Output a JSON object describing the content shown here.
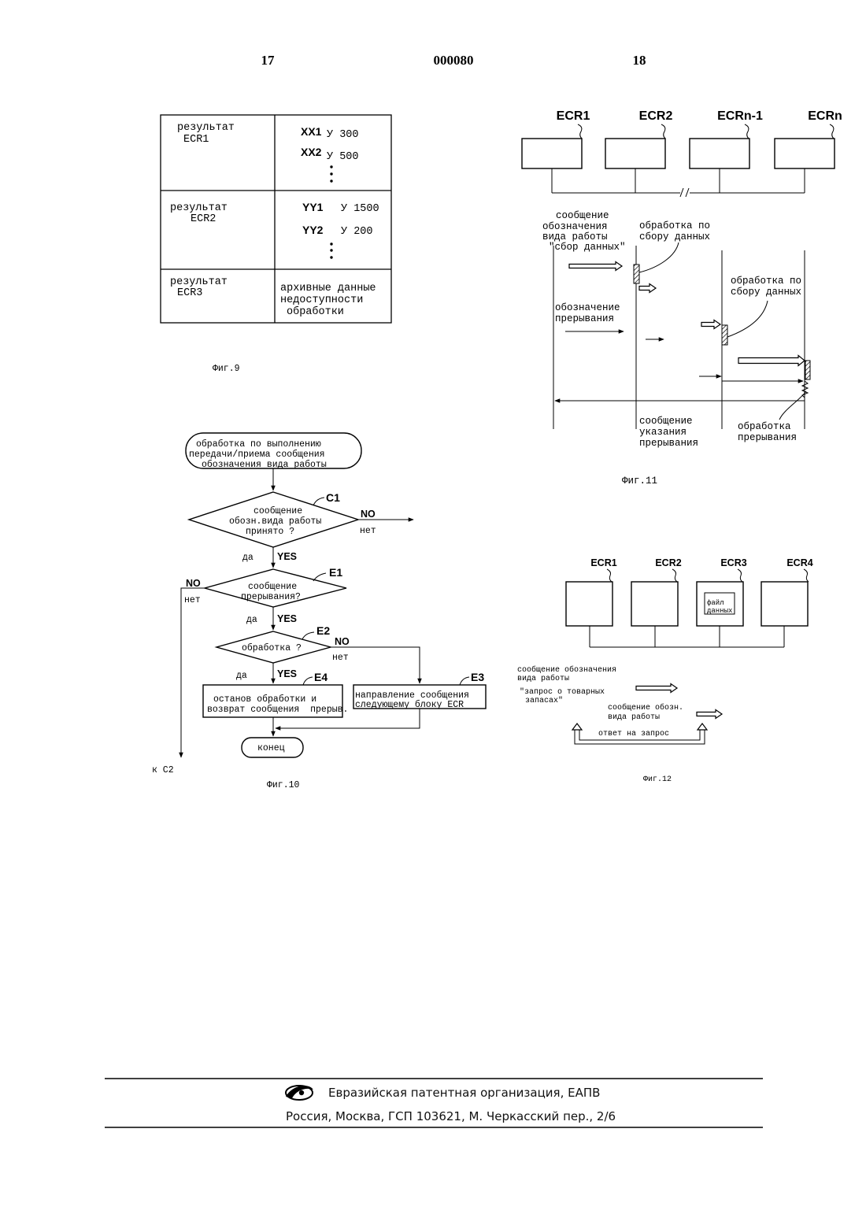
{
  "header": {
    "page_left": "17",
    "doc_number": "000080",
    "page_right": "18"
  },
  "fig9": {
    "rows": [
      {
        "label_lines": [
          "результат",
          "ECR1"
        ],
        "entries": [
          {
            "code": "XX1",
            "value": "У 300"
          },
          {
            "code": "XX2",
            "value": "У 500"
          }
        ]
      },
      {
        "label_lines": [
          "результат",
          "ECR2"
        ],
        "entries": [
          {
            "code": "YY1",
            "value": "У 1500"
          },
          {
            "code": "YY2",
            "value": "У 200"
          }
        ]
      },
      {
        "label_lines": [
          "результат",
          "ECR3"
        ],
        "text_lines": [
          "архивные данные",
          "недоступности",
          "обработки"
        ]
      }
    ],
    "caption": "Фиг.9"
  },
  "fig10": {
    "start": [
      "обработка по выполнению",
      "передачи/приема сообщения",
      "обозначения вида работы"
    ],
    "c1": {
      "id": "C1",
      "lines": [
        "сообщение",
        "обозн.вида работы",
        "принято ?"
      ]
    },
    "e1": {
      "id": "E1",
      "lines": [
        "сообщение",
        "прерывания?"
      ]
    },
    "e2": {
      "id": "E2",
      "lines": [
        "обработка ?"
      ]
    },
    "e3": {
      "id": "E3",
      "lines": [
        "направление сообщения",
        "следующему блоку ECR"
      ]
    },
    "e4": {
      "id": "E4",
      "lines": [
        "останов обработки и",
        "возврат сообщения  прерыв."
      ]
    },
    "end": "конец",
    "yes": "YES",
    "no": "NO",
    "da": "да",
    "net": "нет",
    "to_c2": "к С2",
    "caption": "Фиг.10"
  },
  "fig11": {
    "units": [
      "ECR1",
      "ECR2",
      "ECRn-1",
      "ECRn"
    ],
    "msg_label": [
      "сообщение",
      "обозначения",
      "вида работы",
      "\"сбор данных\""
    ],
    "collect_label_1": [
      "обработка по",
      "сбору данных"
    ],
    "collect_label_2": [
      "обработка по",
      "сбору данных"
    ],
    "interrupt_label": [
      "обозначение",
      "прерывания"
    ],
    "interrupt_msg_label": [
      "сообщение",
      "указания",
      "прерывания"
    ],
    "interrupt_proc_label": [
      "обработка",
      "прерывания"
    ],
    "caption": "Фиг.11"
  },
  "fig12": {
    "units": [
      "ECR1",
      "ECR2",
      "ECR3",
      "ECR4"
    ],
    "data_file": [
      "файл",
      "данных"
    ],
    "msg1": [
      "сообщение обозначения",
      "вида работы",
      "\"запрос о товарных",
      "запасах\""
    ],
    "msg2": [
      "сообщение обозн.",
      "вида работы"
    ],
    "reply": "ответ на запрос",
    "caption": "Фиг.12"
  },
  "footer": {
    "org": "Евразийская патентная организация, ЕАПВ",
    "address": "Россия, Москва, ГСП 103621, М. Черкасский пер., 2/6"
  }
}
